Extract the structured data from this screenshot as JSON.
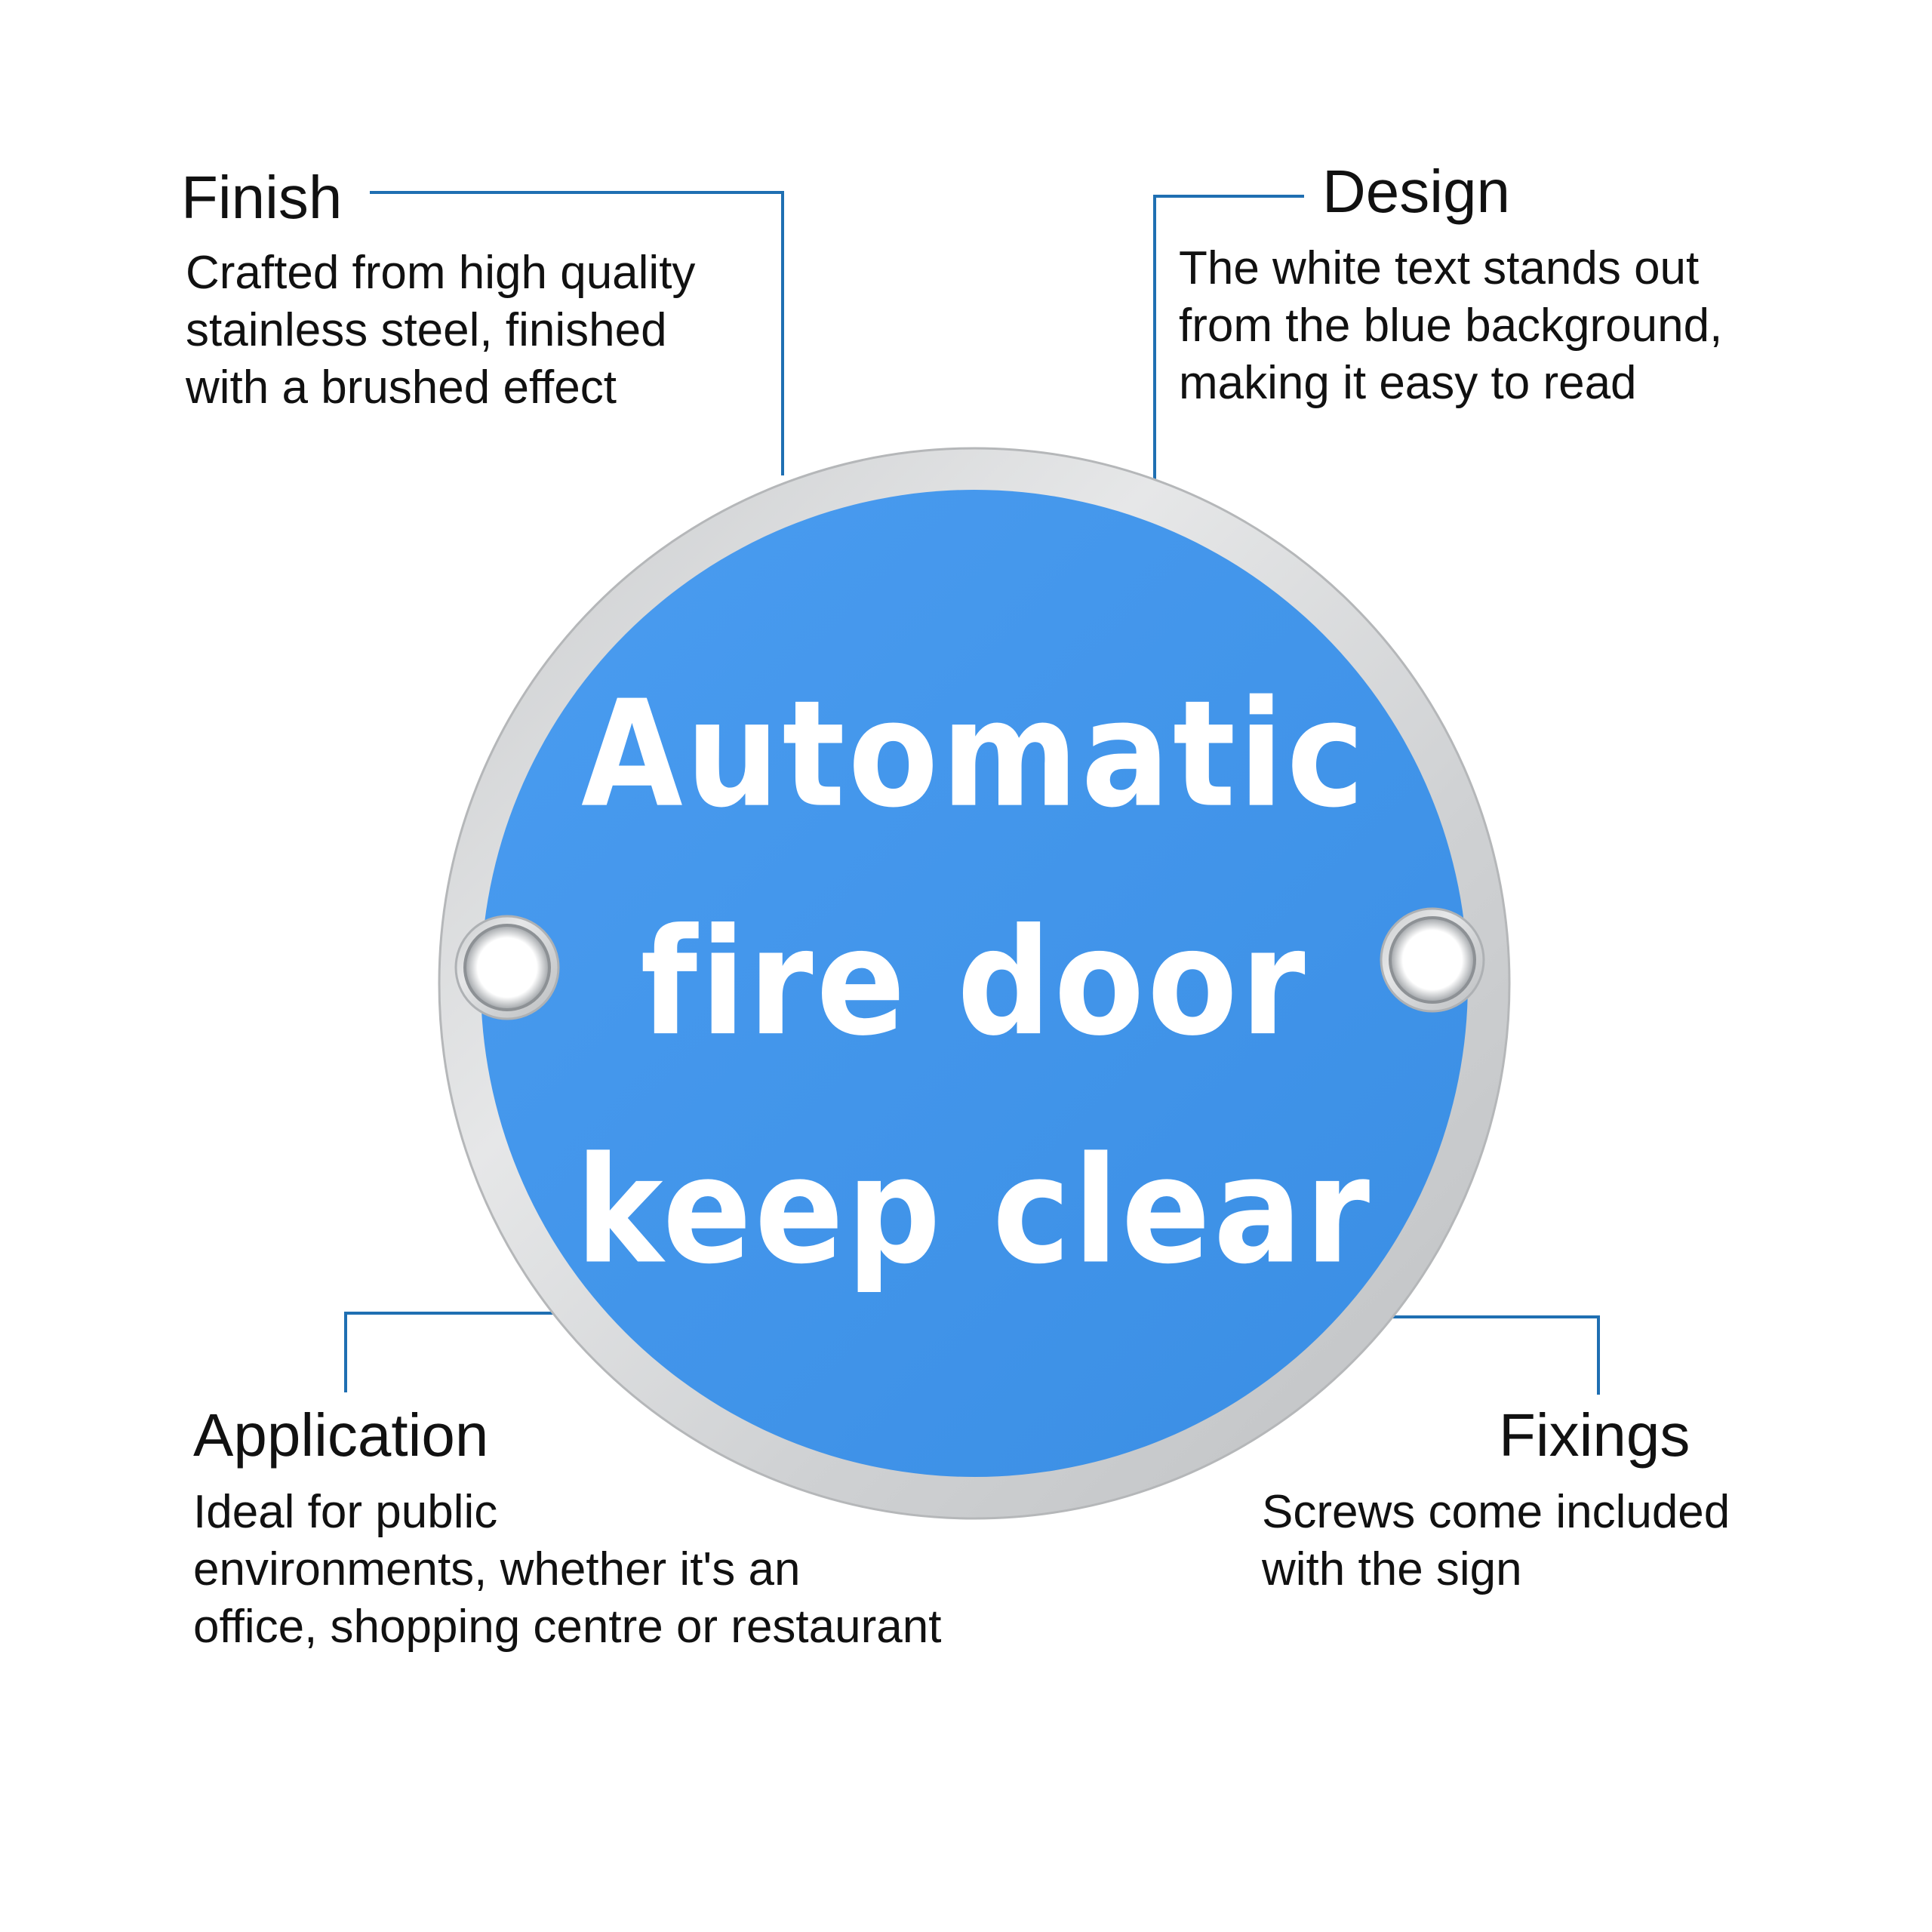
{
  "callouts": {
    "finish": {
      "title": "Finish",
      "lines": [
        "Crafted from high quality",
        "stainless steel, finished",
        "with a brushed effect"
      ]
    },
    "design": {
      "title": "Design",
      "lines": [
        "The white text stands out",
        "from the blue background,",
        "making it easy to read"
      ]
    },
    "application": {
      "title": "Application",
      "lines": [
        "Ideal for public",
        "environments, whether it's an",
        "office, shopping centre or restaurant"
      ]
    },
    "fixings": {
      "title": "Fixings",
      "lines": [
        "Screws come included",
        "with the sign"
      ]
    }
  },
  "sign": {
    "lines": [
      "Automatic",
      "fire door",
      "keep clear"
    ]
  },
  "colors": {
    "accent_line": "#1f6fb2",
    "sign_blue": "#3f95ea",
    "sign_steel": "#d4d6d8",
    "text_dark": "#111111",
    "sign_text": "#ffffff"
  }
}
